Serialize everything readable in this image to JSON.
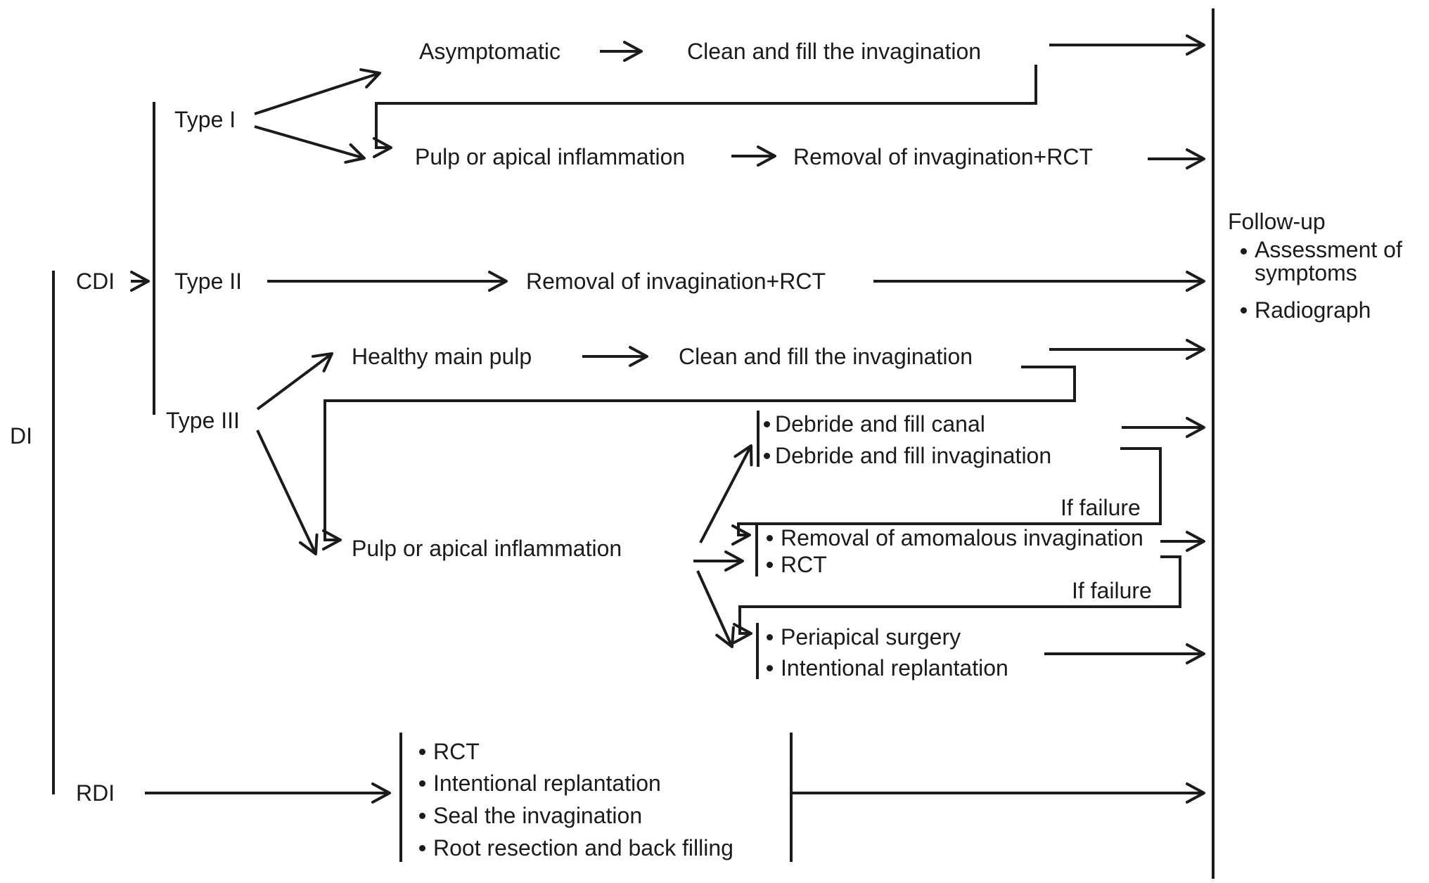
{
  "colors": {
    "background": "#ffffff",
    "ink": "#1b1b1b"
  },
  "labels": {
    "di": "DI",
    "cdi": "CDI",
    "rdi": "RDI",
    "type_i": "Type I",
    "type_ii": "Type II",
    "type_iii": "Type III",
    "asymptomatic": "Asymptomatic",
    "clean_and_fill_1": "Clean and fill the invagination",
    "pulp_or_apical_1": "Pulp or apical inflammation",
    "removal_rct_1": "Removal of invagination+RCT",
    "removal_rct_2": "Removal of invagination+RCT",
    "healthy_main_pulp": "Healthy main pulp",
    "clean_and_fill_2": "Clean and fill the invagination",
    "pulp_or_apical_2": "Pulp or apical inflammation",
    "if_failure_1": "If failure",
    "if_failure_2": "If failure"
  },
  "bullet_groups": {
    "debride": [
      "Debride and fill canal",
      "Debride and fill invagination"
    ],
    "removal_rct": [
      "Removal of amomalous invagination",
      "RCT"
    ],
    "surgery": [
      "Periapical surgery",
      "Intentional replantation"
    ],
    "rdi_options": [
      "RCT",
      "Intentional replantation",
      "Seal the invagination",
      "Root resection and back filling"
    ]
  },
  "followup": {
    "title": "Follow-up",
    "items": [
      "Assessment of symptoms",
      "Radiograph"
    ]
  }
}
